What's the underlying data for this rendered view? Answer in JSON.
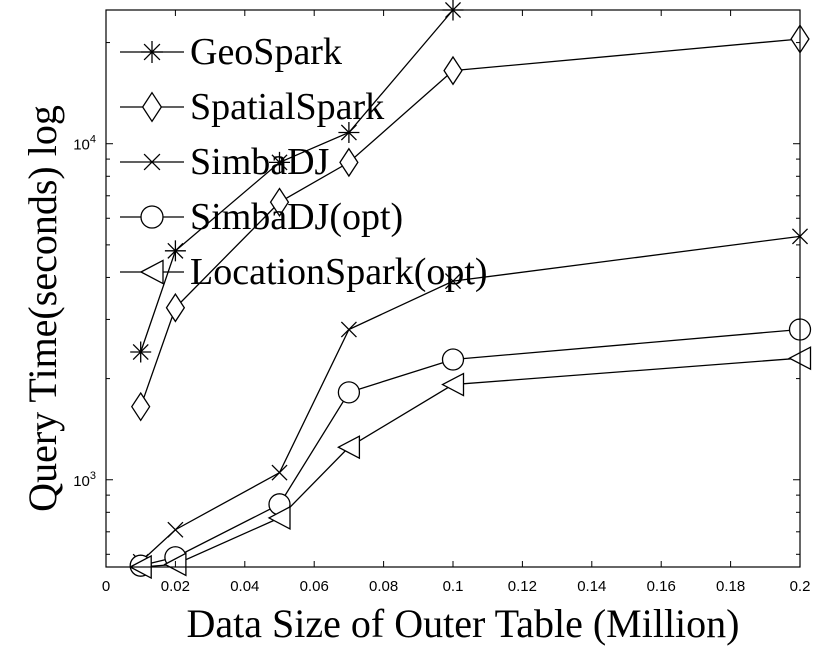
{
  "chart_data": {
    "type": "line",
    "title": "",
    "xlabel": "Data Size of Outer Table (Million)",
    "ylabel": "Query Time(seconds) log",
    "xlim": [
      0,
      0.2
    ],
    "ylim": [
      550,
      25000
    ],
    "yscale": "log",
    "xticks": [
      0,
      0.02,
      0.04,
      0.06,
      0.08,
      0.1,
      0.12,
      0.14,
      0.16,
      0.18,
      0.2
    ],
    "xtick_labels": [
      "0",
      "0.02",
      "0.04",
      "0.06",
      "0.08",
      "0.1",
      "0.12",
      "0.14",
      "0.16",
      "0.18",
      "0.2"
    ],
    "yticks": [
      1000,
      10000
    ],
    "ytick_labels": [
      {
        "base": "10",
        "exp": "3"
      },
      {
        "base": "10",
        "exp": "4"
      }
    ],
    "grid": false,
    "legend_position": "top-left",
    "series": [
      {
        "name": "GeoSpark",
        "marker": "asterisk",
        "x": [
          0.01,
          0.02,
          0.05,
          0.07,
          0.1
        ],
        "y": [
          2400,
          4800,
          8800,
          10800,
          25000
        ]
      },
      {
        "name": "SpatialSpark",
        "marker": "diamond",
        "x": [
          0.01,
          0.02,
          0.05,
          0.07,
          0.1,
          0.2
        ],
        "y": [
          1650,
          3250,
          6700,
          8800,
          16500,
          20500
        ]
      },
      {
        "name": "SimbaDJ",
        "marker": "x",
        "x": [
          0.01,
          0.02,
          0.05,
          0.07,
          0.1,
          0.2
        ],
        "y": [
          570,
          710,
          1050,
          2800,
          3900,
          5300
        ]
      },
      {
        "name": "SimbaDJ(opt)",
        "marker": "circle",
        "x": [
          0.01,
          0.02,
          0.05,
          0.07,
          0.1,
          0.2
        ],
        "y": [
          555,
          588,
          845,
          1820,
          2280,
          2800
        ]
      },
      {
        "name": "LocationSpark(opt)",
        "marker": "triangle-left",
        "x": [
          0.01,
          0.02,
          0.05,
          0.07,
          0.1,
          0.2
        ],
        "y": [
          550,
          560,
          770,
          1250,
          1920,
          2300
        ]
      }
    ]
  }
}
